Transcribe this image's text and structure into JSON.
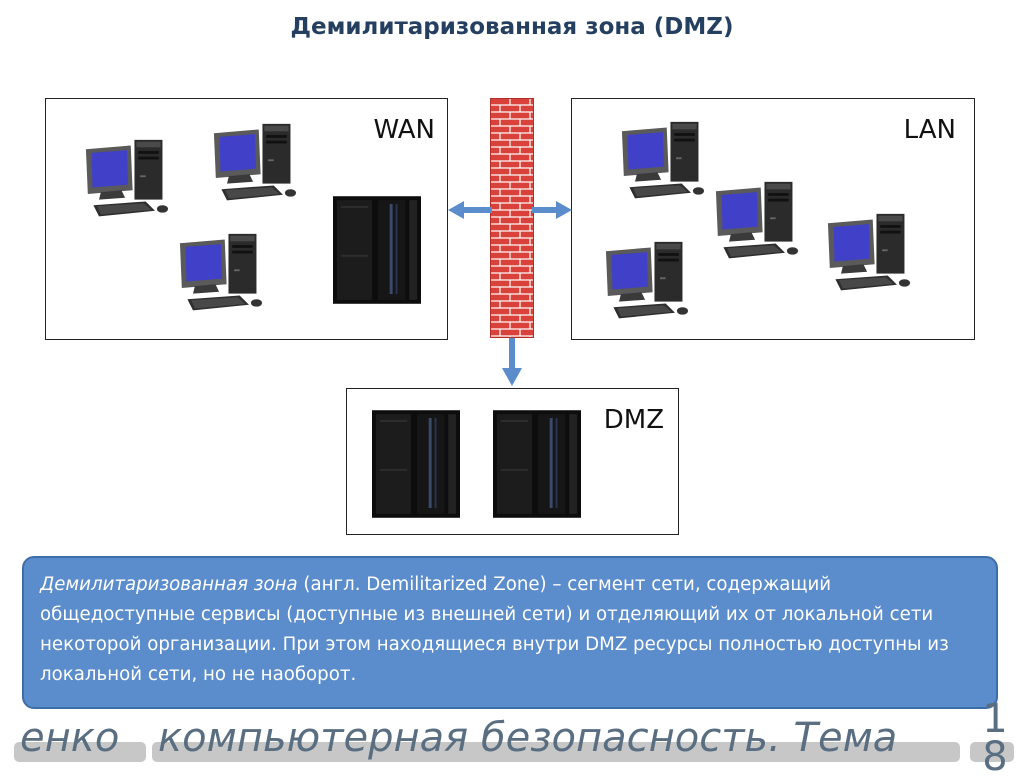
{
  "title": "Демилитаризованная зона (DMZ)",
  "zones": {
    "wan": "WAN",
    "lan": "LAN",
    "dmz": "DMZ"
  },
  "definition": {
    "term": "Демилитаризованная зона",
    "text": " (англ. Demilitarized Zone) – сегмент сети, содержащий общедоступные сервисы (доступные из внешней сети) и отделяющий их от локальной сети некоторой организации. При этом находящиеся внутри DMZ ресурсы полностью доступны из локальной сети, но не наоборот."
  },
  "footer": {
    "left": "енко",
    "main": "компьютерная безопасность. Тема",
    "page_top": "1",
    "page_bottom": "8"
  },
  "colors": {
    "title": "#243f60",
    "arrow": "#5b8ccb",
    "brick": "#d8423b",
    "definition_bg": "#5b8ccb",
    "footer_text": "#5a6e82"
  },
  "icons": [
    "workstation-icon",
    "server-rack-icon",
    "firewall-icon"
  ]
}
